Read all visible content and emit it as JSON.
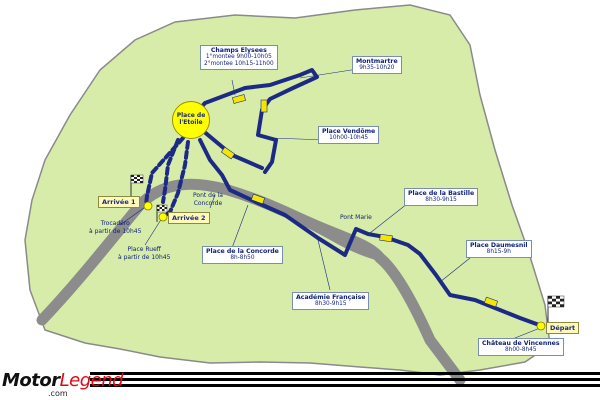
{
  "map": {
    "center_marker": {
      "line1": "Place de",
      "line2": "l'Etoile"
    },
    "route_stops": [
      {
        "name": "Champs Elysees",
        "line2": "1°montee 9h00-10h05",
        "line3": "2°montee 10h15-11h00"
      },
      {
        "name": "Montmartre",
        "line2": "9h35-10h20"
      },
      {
        "name": "Place Vendôme",
        "line2": "10h00-10h45"
      },
      {
        "name": "Place de la Bastille",
        "line2": "8h30-9h15"
      },
      {
        "name": "Place Daumesnil",
        "line2": "8h15-9h"
      },
      {
        "name": "Château de Vincennes",
        "line2": "8h00-8h45"
      },
      {
        "name": "Place de la Concorde",
        "line2": "8h-8h50"
      },
      {
        "name": "Académie Française",
        "line2": "8h30-9h15"
      },
      {
        "name": "Trocadéro",
        "line2": "à partir de 10h45"
      },
      {
        "name": "Place Rueff",
        "line2": "à partir de 10h45"
      }
    ],
    "plain_labels": {
      "pont_concorde_1": "Pont de la",
      "pont_concorde_2": "Concorde",
      "pont_marie": "Pont Marie"
    },
    "flags": {
      "arrivee1": "Arrivée 1",
      "arrivee2": "Arrivée 2",
      "depart": "Départ"
    },
    "colors": {
      "land": "#d6eca8",
      "land_border": "#8a8a8a",
      "seine": "#8c8c8c",
      "route": "#1c2a86",
      "route_arrow": "#f5e600",
      "marker": "#ffff00"
    }
  },
  "logo": {
    "brand_part1": "Motor",
    "brand_part2": "Legend",
    "domain": ".com"
  }
}
